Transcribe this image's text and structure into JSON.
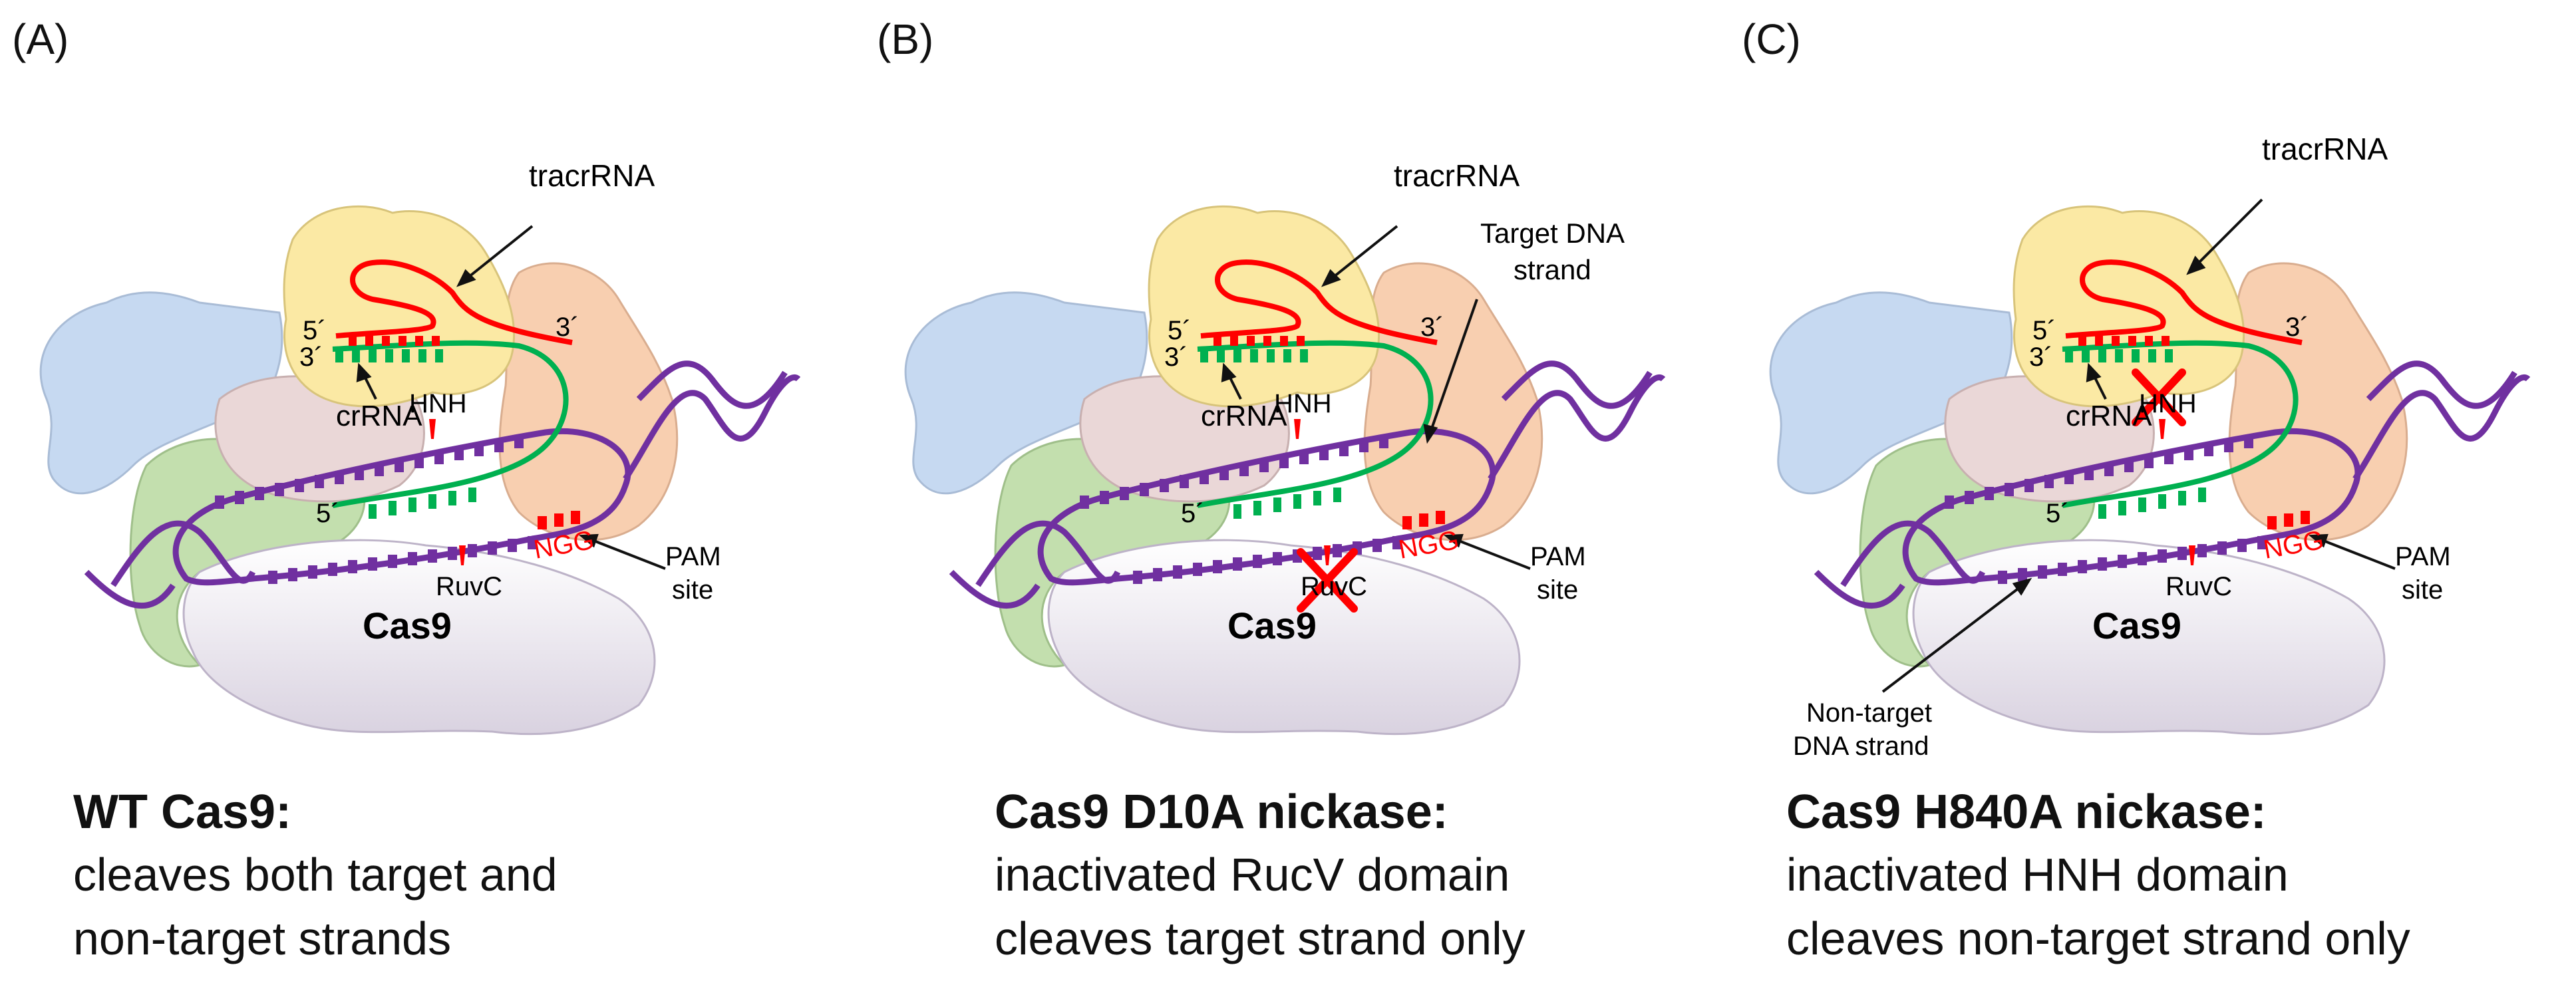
{
  "panels": [
    {
      "letter": "(A)",
      "labels": {
        "tracrRNA": "tracrRNA",
        "five_prime_top": "5´",
        "three_prime_top": "3´",
        "three_prime_rna": "3´",
        "crRNA": "crRNA",
        "HNH": "HNH",
        "five_prime_mid": "5´",
        "RuvC": "RuvC",
        "NGG": "NGG",
        "PAM_line1": "PAM",
        "PAM_line2": "site",
        "Cas9": "Cas9"
      },
      "inactivated": "none",
      "caption": {
        "title": "WT Cas9:",
        "line1": "cleaves both target and",
        "line2": "non-target strands"
      }
    },
    {
      "letter": "(B)",
      "labels": {
        "tracrRNA": "tracrRNA",
        "target_line1": "Target DNA",
        "target_line2": "strand",
        "five_prime_top": "5´",
        "three_prime_top": "3´",
        "three_prime_rna": "3´",
        "crRNA": "crRNA",
        "HNH": "HNH",
        "five_prime_mid": "5´",
        "RuvC": "RuvC",
        "NGG": "NGG",
        "PAM_line1": "PAM",
        "PAM_line2": "site",
        "Cas9": "Cas9"
      },
      "inactivated": "RuvC",
      "caption": {
        "title": "Cas9 D10A nickase:",
        "line1": "inactivated RucV domain",
        "line2": "cleaves target strand only"
      }
    },
    {
      "letter": "(C)",
      "labels": {
        "tracrRNA": "tracrRNA",
        "five_prime_top": "5´",
        "three_prime_top": "3´",
        "three_prime_rna": "3´",
        "crRNA": "crRNA",
        "HNH": "HNH",
        "five_prime_mid": "5´",
        "RuvC": "RuvC",
        "NGG": "NGG",
        "PAM_line1": "PAM",
        "PAM_line2": "site",
        "Cas9": "Cas9",
        "nontarget_line1": "Non-target",
        "nontarget_line2": "DNA strand"
      },
      "inactivated": "HNH",
      "caption": {
        "title": "Cas9 H840A nickase:",
        "line1": "inactivated HNH domain",
        "line2": "cleaves non-target strand only"
      }
    }
  ],
  "colors": {
    "blue_lobe": "#c6d9f1",
    "green_lobe": "#c3dfae",
    "peach_lobe": "#f8cfb0",
    "yellow_lobe": "#fbe9a4",
    "pink_lobe": "#ead7d7",
    "white_lobe": "#e6e1ea",
    "dna_purple": "#7030a0",
    "rna_red": "#ff0000",
    "crRNA_green": "#00b050",
    "pam_red": "#ff0000",
    "cross_red": "#ff0000"
  }
}
